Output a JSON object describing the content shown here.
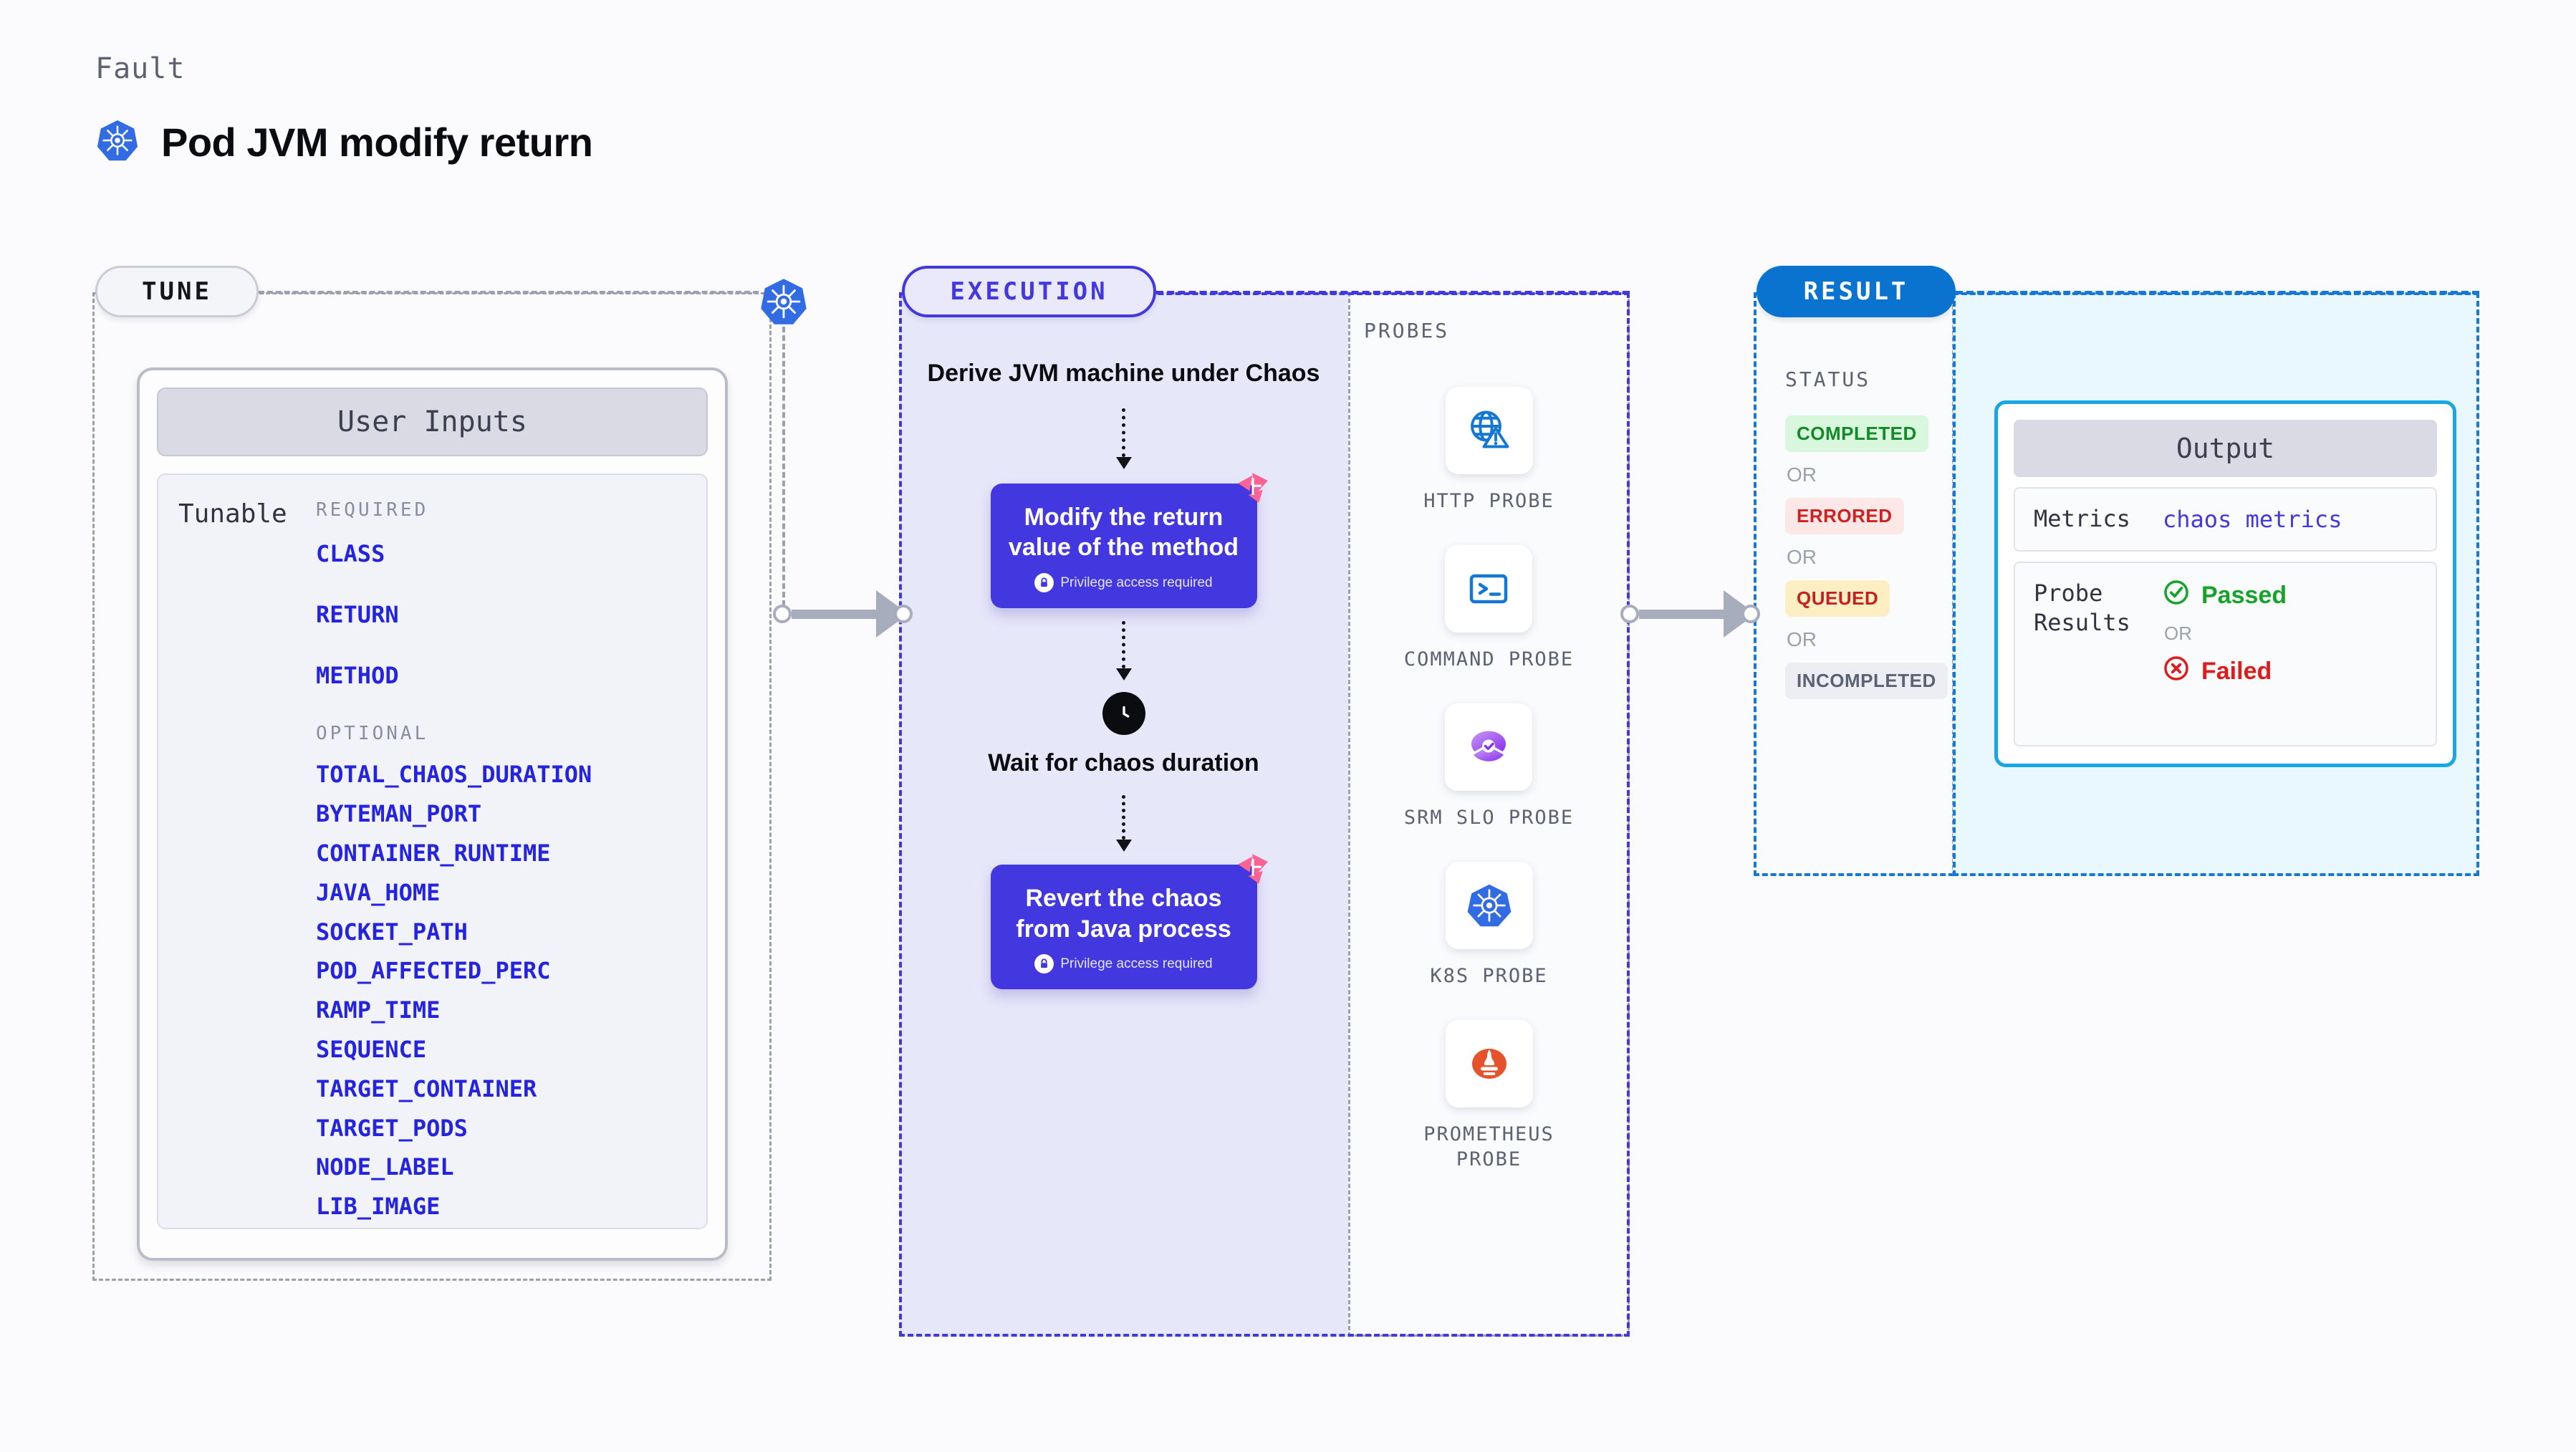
{
  "header": {
    "eyebrow": "Fault",
    "title": "Pod JVM modify return",
    "icon": "kubernetes-icon"
  },
  "tune": {
    "pill_label": "TUNE",
    "card_title": "User Inputs",
    "tunable_label": "Tunable",
    "required_title": "REQUIRED",
    "required": [
      "CLASS",
      "RETURN",
      "METHOD"
    ],
    "optional_title": "OPTIONAL",
    "optional": [
      "TOTAL_CHAOS_DURATION",
      "BYTEMAN_PORT",
      "CONTAINER_RUNTIME",
      "JAVA_HOME",
      "SOCKET_PATH",
      "POD_AFFECTED_PERC",
      "RAMP_TIME",
      "SEQUENCE",
      "TARGET_CONTAINER",
      "TARGET_PODS",
      "NODE_LABEL",
      "LIB_IMAGE"
    ]
  },
  "execution": {
    "pill_label": "EXECUTION",
    "steps": [
      {
        "kind": "text",
        "label": "Derive JVM machine under Chaos"
      },
      {
        "kind": "card",
        "label": "Modify the return value of the method",
        "note": "Privilege access required",
        "badge": "litmuschaos-icon"
      },
      {
        "kind": "clock",
        "label": "Wait for chaos duration"
      },
      {
        "kind": "card",
        "label": "Revert the chaos from Java process",
        "note": "Privilege access required",
        "badge": "litmuschaos-icon"
      }
    ]
  },
  "probes": {
    "title": "PROBES",
    "items": [
      {
        "label": "HTTP PROBE",
        "icon": "globe-warning-icon"
      },
      {
        "label": "COMMAND PROBE",
        "icon": "terminal-icon"
      },
      {
        "label": "SRM SLO PROBE",
        "icon": "srm-slo-icon"
      },
      {
        "label": "K8S PROBE",
        "icon": "kubernetes-icon"
      },
      {
        "label": "PROMETHEUS PROBE",
        "icon": "prometheus-icon"
      }
    ]
  },
  "result": {
    "pill_label": "RESULT",
    "status_title": "STATUS",
    "or_label": "OR",
    "statuses": [
      {
        "label": "COMPLETED",
        "bg": "#d9f7dd",
        "fg": "#128a28"
      },
      {
        "label": "ERRORED",
        "bg": "#fde7e7",
        "fg": "#cf2020"
      },
      {
        "label": "QUEUED",
        "bg": "#fdeec4",
        "fg": "#c32020"
      },
      {
        "label": "INCOMPLETED",
        "bg": "#eceef4",
        "fg": "#5c6173"
      }
    ]
  },
  "output": {
    "card_title": "Output",
    "metrics_key": "Metrics",
    "metrics_value": "chaos metrics",
    "probe_results_key": "Probe Results",
    "passed_label": "Passed",
    "or_label": "OR",
    "failed_label": "Failed",
    "passed_color": "#16a32a",
    "failed_color": "#e01b1b"
  },
  "colors": {
    "accent_purple": "#4338e0",
    "accent_blue": "#0a72cf",
    "kubernetes_blue": "#326ce5",
    "litmus_pink": "#fa6394",
    "background": "#fbfbfd"
  }
}
